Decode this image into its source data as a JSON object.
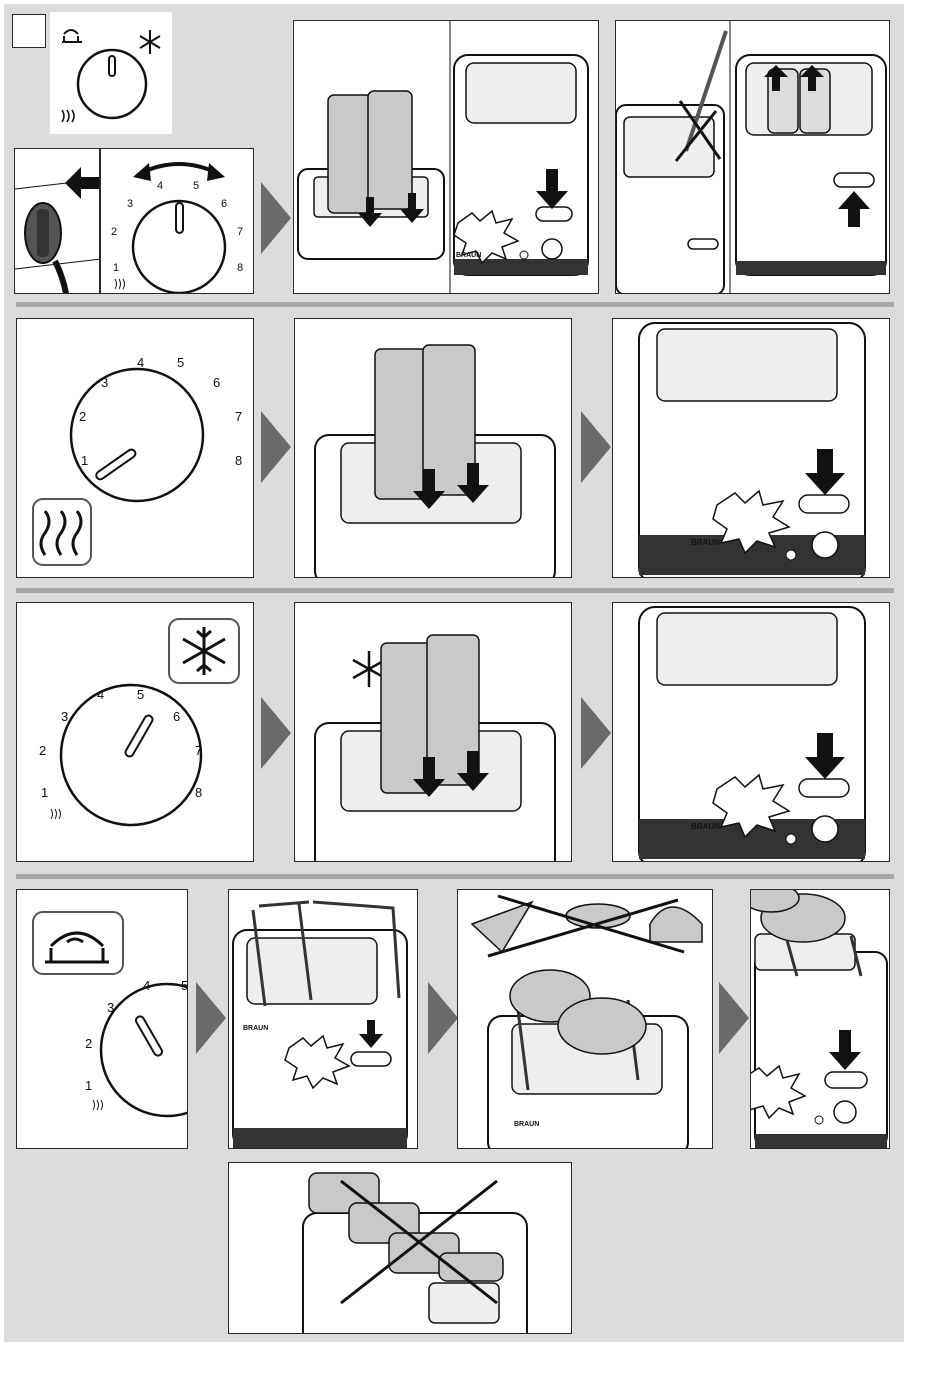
{
  "dial": {
    "numbers": [
      "1",
      "2",
      "3",
      "4",
      "5",
      "6",
      "7",
      "8"
    ],
    "bun_number": "4",
    "frozen_number": "5"
  },
  "toaster": {
    "brand": "BRAUN"
  },
  "icons": {
    "corner_marker": "square-marker-icon",
    "heat": "heat-waves-icon",
    "frozen": "snowflake-icon",
    "bun_rack": "bun-warming-rack-icon",
    "plug": "power-plug-icon",
    "arrow": "black-arrow-icon",
    "burst": "click-burst-icon",
    "cross": "prohibited-x-icon",
    "next": "next-step-triangle-icon"
  },
  "colors": {
    "sheet_bg": "#dcdcdc",
    "separator": "#a8a8a8",
    "panel_bg": "#ffffff",
    "bread": "#c9c9c9",
    "arrow": "#111111",
    "triangle": "#6a6a6a"
  }
}
